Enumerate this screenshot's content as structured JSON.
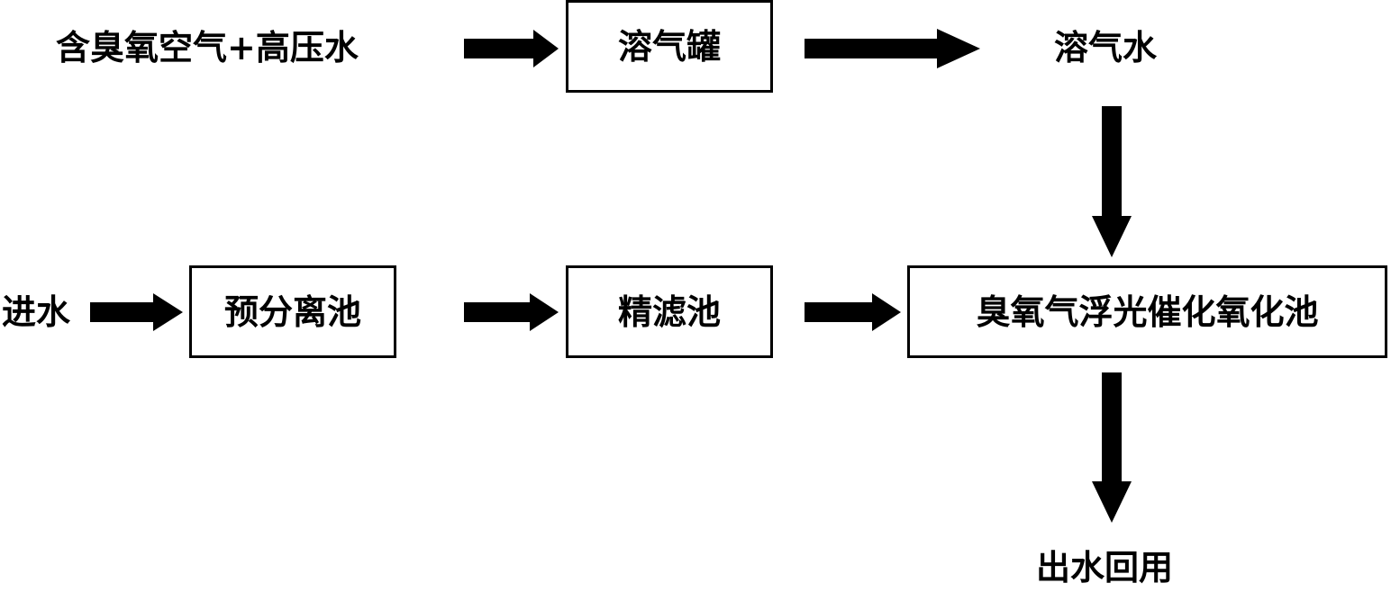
{
  "diagram": {
    "nodes": {
      "input_air_water": "含臭氧空气+高压水",
      "dissolved_air_tank": "溶气罐",
      "dissolved_air_water": "溶气水",
      "inlet_water": "进水",
      "pre_separation_tank": "预分离池",
      "fine_filter_tank": "精滤池",
      "ozone_flotation_photocatalytic_tank": "臭氧气浮光催化氧化池",
      "effluent_reuse": "出水回用"
    },
    "edges": [
      {
        "from": "input_air_water",
        "to": "dissolved_air_tank"
      },
      {
        "from": "dissolved_air_tank",
        "to": "dissolved_air_water"
      },
      {
        "from": "dissolved_air_water",
        "to": "ozone_flotation_photocatalytic_tank"
      },
      {
        "from": "inlet_water",
        "to": "pre_separation_tank"
      },
      {
        "from": "pre_separation_tank",
        "to": "fine_filter_tank"
      },
      {
        "from": "fine_filter_tank",
        "to": "ozone_flotation_photocatalytic_tank"
      },
      {
        "from": "ozone_flotation_photocatalytic_tank",
        "to": "effluent_reuse"
      }
    ],
    "colors": {
      "ink": "#000000",
      "background": "#ffffff"
    }
  }
}
